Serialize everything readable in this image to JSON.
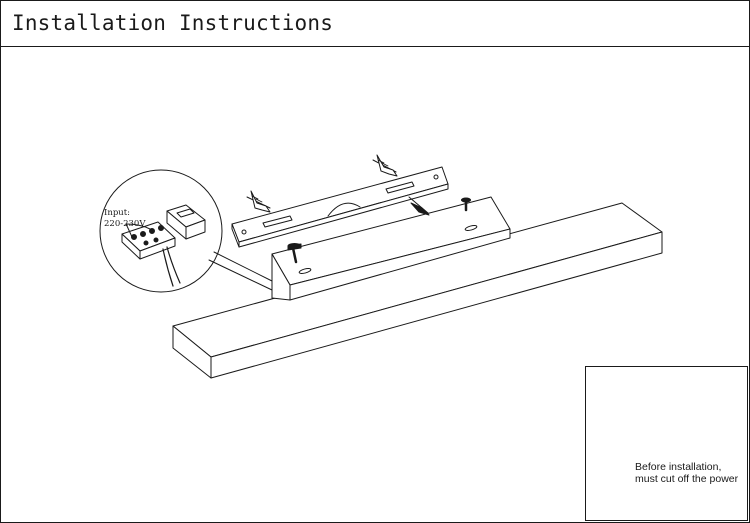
{
  "header": {
    "title": "Installation Instructions"
  },
  "callout": {
    "input_label": "Input:",
    "voltage_label": "220-230V"
  },
  "warning": {
    "text": "Before installation, must cut off the power"
  },
  "colors": {
    "line": "#1a1a1a",
    "background": "#ffffff"
  },
  "icons": [
    "screw-icon",
    "wall-plug-icon",
    "warning-triangle-icon",
    "breaker-switch-icon"
  ]
}
